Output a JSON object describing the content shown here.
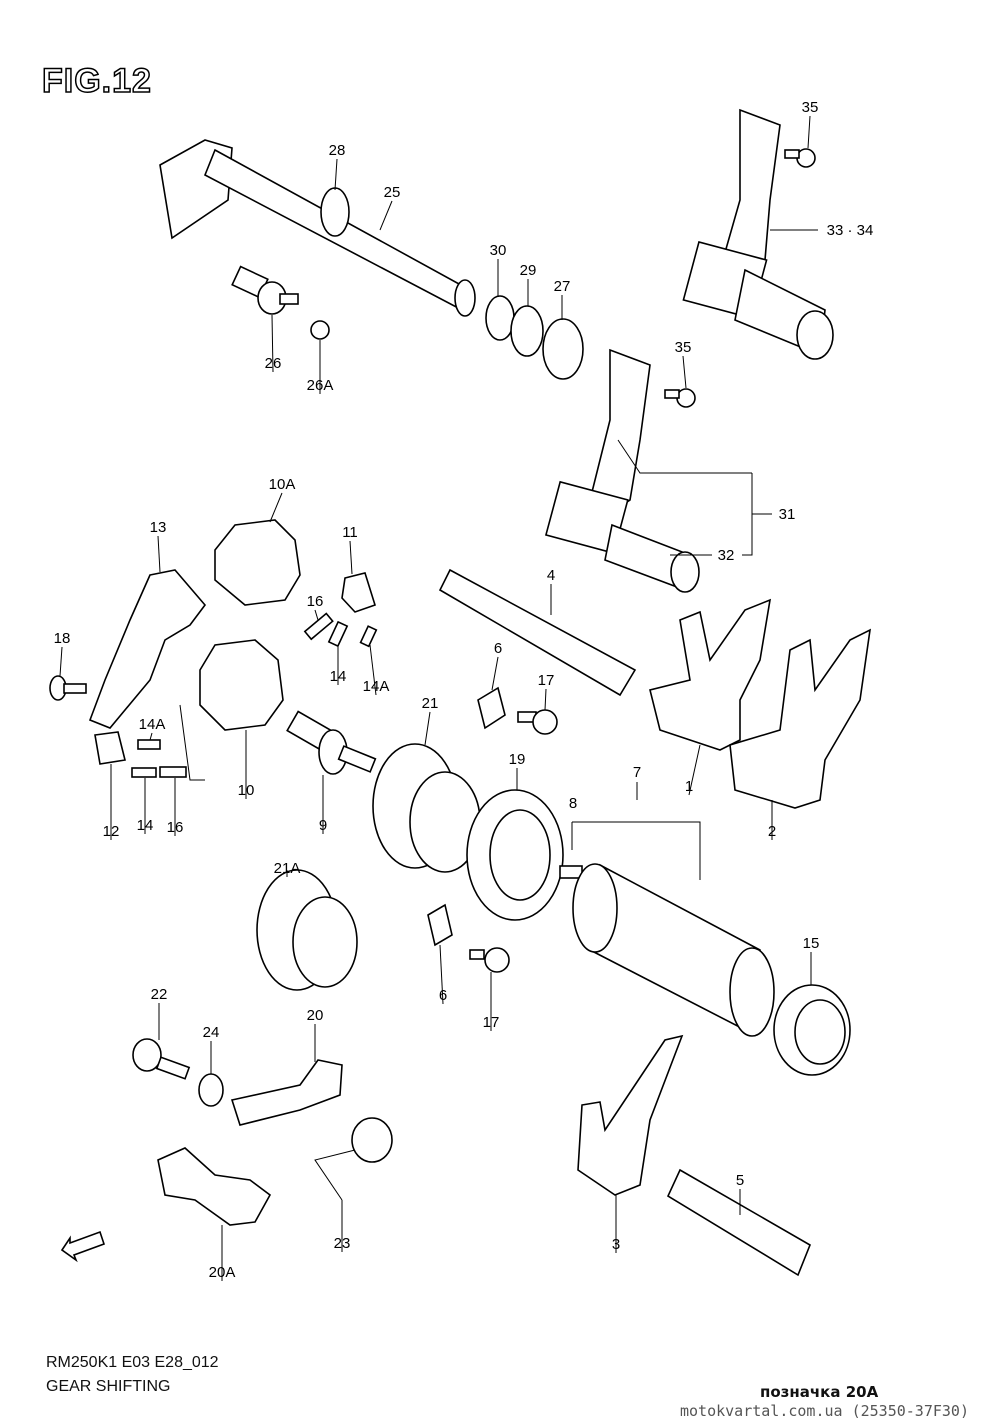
{
  "figure": {
    "title": "FIG.12",
    "model_code": "RM250K1 E03 E28_012",
    "subtitle": "GEAR SHIFTING",
    "tag": "позначка 20A",
    "watermark": "motokvartal.com.ua (25350-37F30)"
  },
  "callouts": [
    "28",
    "25",
    "30",
    "29",
    "27",
    "26",
    "26A",
    "35",
    "33 · 34",
    "35",
    "31",
    "32",
    "10A",
    "13",
    "11",
    "16",
    "4",
    "18",
    "14",
    "14A",
    "6",
    "17",
    "14A",
    "21",
    "19",
    "7",
    "8",
    "1",
    "2",
    "10",
    "9",
    "12",
    "14",
    "16",
    "21A",
    "15",
    "6",
    "17",
    "22",
    "24",
    "20",
    "5",
    "3",
    "23",
    "20A"
  ]
}
